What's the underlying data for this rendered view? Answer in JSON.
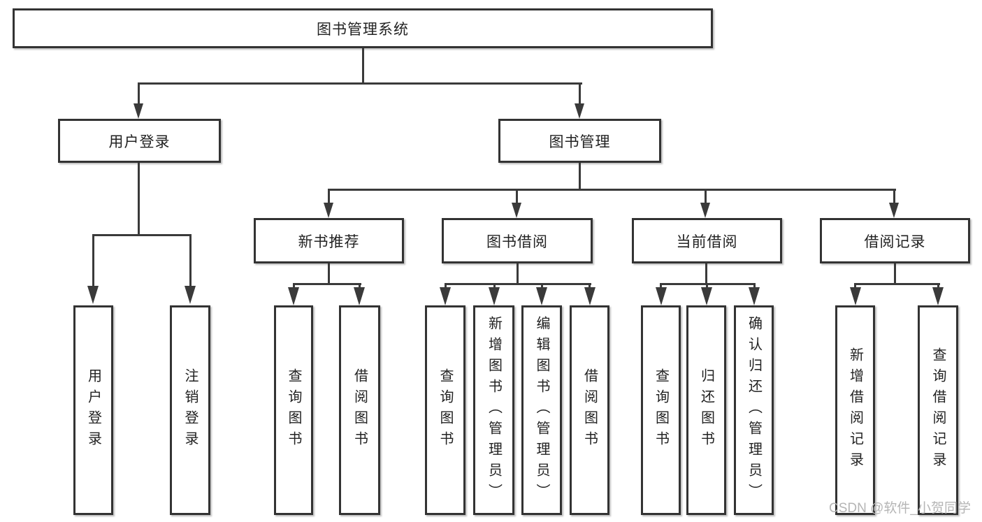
{
  "tree": {
    "label": "图书管理系统",
    "children": [
      {
        "label": "用户登录",
        "children": [
          {
            "label": "用户登录"
          },
          {
            "label": "注销登录"
          }
        ]
      },
      {
        "label": "图书管理",
        "children": [
          {
            "label": "新书推荐",
            "children": [
              {
                "label": "查询图书"
              },
              {
                "label": "借阅图书"
              }
            ]
          },
          {
            "label": "图书借阅",
            "children": [
              {
                "label": "查询图书"
              },
              {
                "label": "新增图书（管理员）"
              },
              {
                "label": "编辑图书（管理员）"
              },
              {
                "label": "借阅图书"
              }
            ]
          },
          {
            "label": "当前借阅",
            "children": [
              {
                "label": "查询图书"
              },
              {
                "label": "归还图书"
              },
              {
                "label": "确认归还（管理员）"
              }
            ]
          },
          {
            "label": "借阅记录",
            "children": [
              {
                "label": "新增借阅记录"
              },
              {
                "label": "查询借阅记录"
              }
            ]
          }
        ]
      }
    ]
  },
  "watermark": {
    "text": "CSDN @软件_小贺同学"
  },
  "colors": {
    "line": "#3a3a3a",
    "text": "#222222",
    "watermark": "#b5b5b5",
    "background": "#ffffff"
  }
}
